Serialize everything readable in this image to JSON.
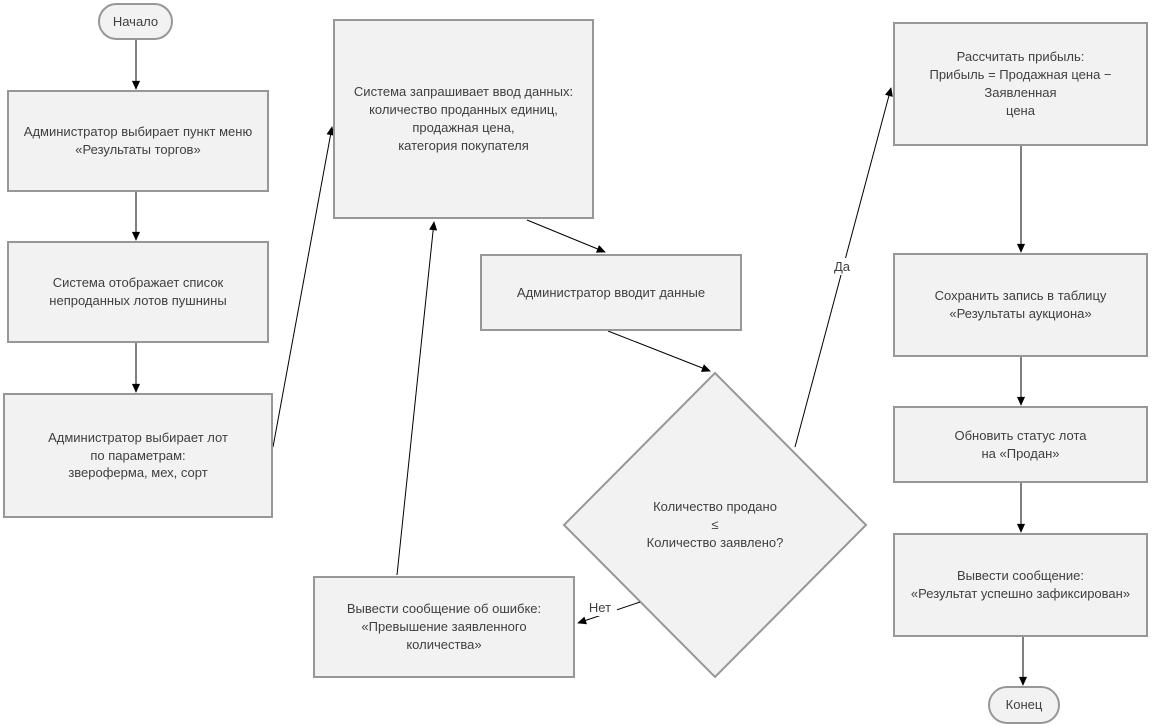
{
  "diagram": {
    "type": "flowchart",
    "language": "ru",
    "colors": {
      "background": "#ffffff",
      "node_fill": "#f2f2f2",
      "node_border": "#979797",
      "text": "#3f3f3f",
      "arrow": "#000000"
    },
    "nodes": {
      "start": "Начало",
      "select_menu": "Администратор выбирает пункт меню\n«Результаты торгов»",
      "show_list": "Система отображает список\nнепроданных лотов пушнины",
      "select_lot": "Администратор выбирает лот\nпо параметрам:\nзвероферма, мех, сорт",
      "request_input": "Система запрашивает ввод данных:\nколичество проданных единиц,\nпродажная цена,\nкатегория покупателя",
      "enter_data": "Администратор вводит данные",
      "decision": "Количество продано\n≤\nКоличество заявлено?",
      "error_message": "Вывести сообщение об ошибке:\n«Превышение заявленного\nколичества»",
      "calc_profit": "Рассчитать прибыль:\nПрибыль = Продажная цена − Заявленная\nцена",
      "save_record": "Сохранить запись в таблицу\n«Результаты аукциона»",
      "update_status": "Обновить статус лота\nна «Продан»",
      "success_message": "Вывести сообщение:\n«Результат успешно зафиксирован»",
      "end": "Конец"
    },
    "edges": [
      {
        "from": "start",
        "to": "select_menu"
      },
      {
        "from": "select_menu",
        "to": "show_list"
      },
      {
        "from": "show_list",
        "to": "select_lot"
      },
      {
        "from": "select_lot",
        "to": "request_input"
      },
      {
        "from": "request_input",
        "to": "enter_data"
      },
      {
        "from": "enter_data",
        "to": "decision"
      },
      {
        "from": "decision",
        "to": "calc_profit",
        "label": "Да"
      },
      {
        "from": "decision",
        "to": "error_message",
        "label": "Нет"
      },
      {
        "from": "error_message",
        "to": "request_input"
      },
      {
        "from": "calc_profit",
        "to": "save_record"
      },
      {
        "from": "save_record",
        "to": "update_status"
      },
      {
        "from": "update_status",
        "to": "success_message"
      },
      {
        "from": "success_message",
        "to": "end"
      }
    ]
  }
}
